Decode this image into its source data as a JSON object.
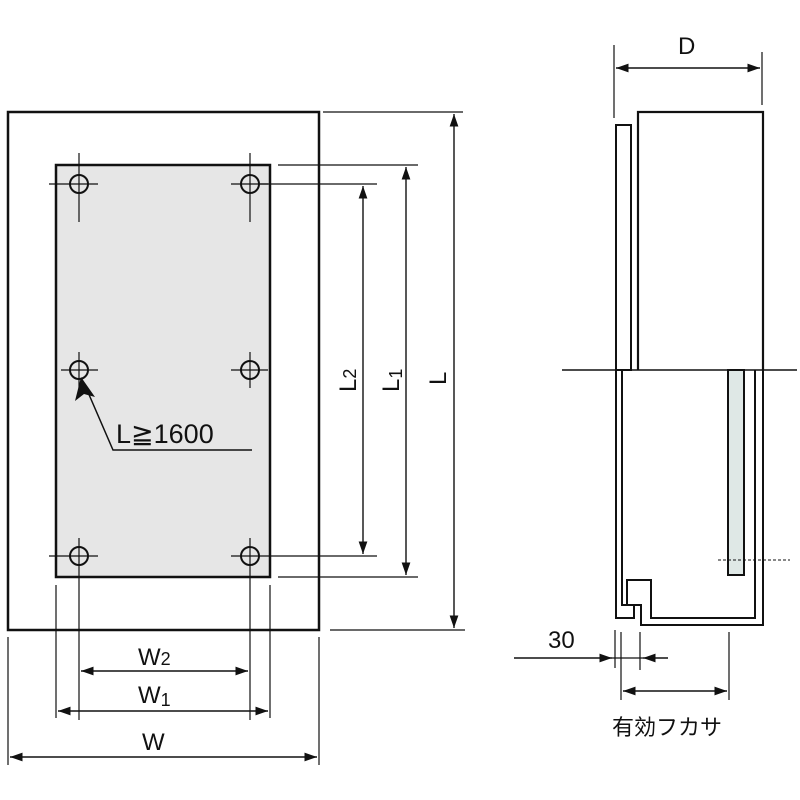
{
  "front_view": {
    "dimensions": {
      "width_outer": "W",
      "width_mount": "W1",
      "width_mount_sub": "1",
      "width_hole": "W2",
      "width_hole_sub": "2",
      "length_outer": "L",
      "length_mount": "L1",
      "length_mount_sub": "1",
      "length_hole": "L2",
      "length_hole_sub": "2"
    },
    "note": "L≧1600",
    "colors": {
      "panel_fill": "#e6e6e6",
      "line": "#111111"
    }
  },
  "side_view": {
    "dimensions": {
      "depth": "D",
      "flange": "30",
      "effective_depth": "有効フカサ"
    },
    "colors": {
      "rail_fill": "#dfe8e6"
    }
  }
}
